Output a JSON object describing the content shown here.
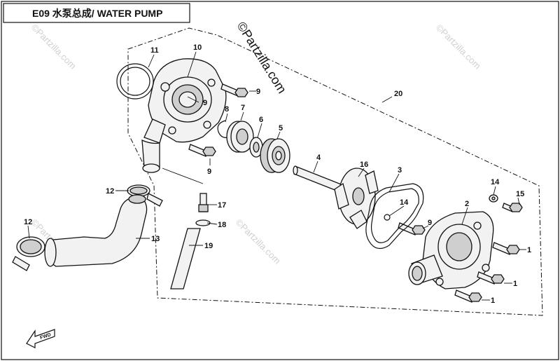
{
  "title": "E09 水泵总成/ WATER PUMP",
  "watermark_main": "©Partzilla.com",
  "watermark_faint": "©Partzilla.com",
  "arrow_label": "FWD",
  "callouts": [
    "11",
    "10",
    "9",
    "9",
    "8",
    "7",
    "6",
    "5",
    "4",
    "3",
    "2",
    "1",
    "1",
    "1",
    "9",
    "9",
    "12",
    "12",
    "13",
    "14",
    "14",
    "15",
    "16",
    "17",
    "18",
    "19",
    "20"
  ]
}
